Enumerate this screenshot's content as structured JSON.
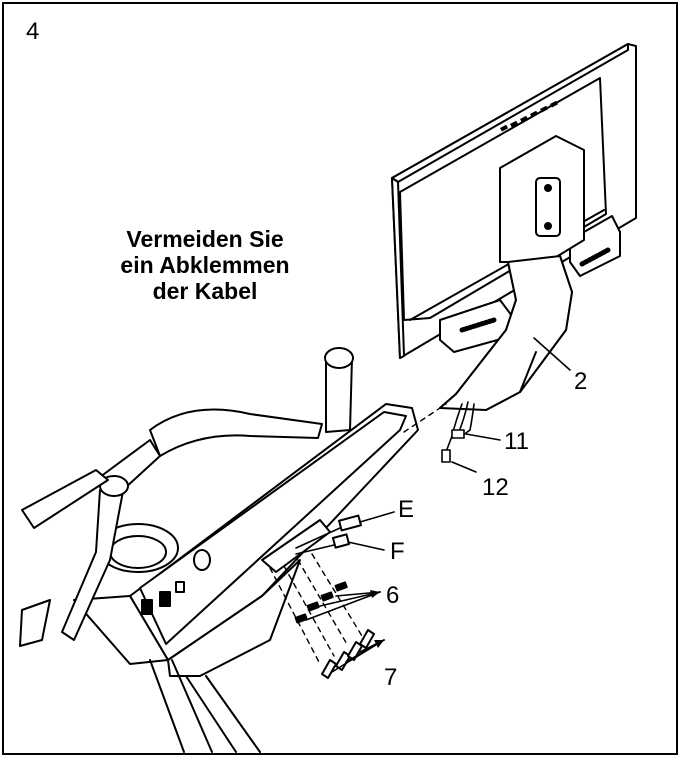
{
  "step": {
    "number": "4"
  },
  "warning": {
    "lines": [
      "Vermeiden Sie",
      "ein Abklemmen",
      "der Kabel"
    ]
  },
  "callouts": {
    "part_2": "2",
    "part_11": "11",
    "part_12": "12",
    "part_E": "E",
    "part_F": "F",
    "part_6": "6",
    "part_7": "7"
  }
}
